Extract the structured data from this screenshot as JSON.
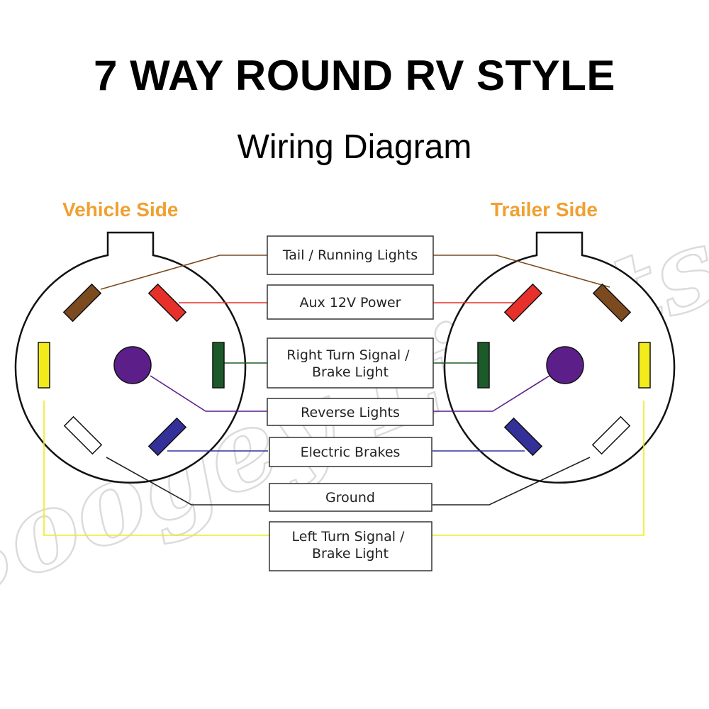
{
  "title": "7 WAY ROUND RV STYLE",
  "subtitle": "Wiring Diagram",
  "vehicle_side_label": "Vehicle Side",
  "trailer_side_label": "Trailer Side",
  "watermark": "Boogey Lights",
  "colors": {
    "side_label": "#f0a030",
    "brown": "#7b4a1e",
    "red": "#e8302a",
    "green": "#1d5a2a",
    "yellow": "#f2ea1a",
    "purple": "#5c1f8a",
    "blue": "#34309a",
    "white": "#ffffff",
    "ground_wire": "#222222"
  },
  "circuits": [
    {
      "id": "tail",
      "lines": [
        "Tail / Running Lights"
      ],
      "color": "#7b4a1e"
    },
    {
      "id": "aux",
      "lines": [
        "Aux 12V Power"
      ],
      "color": "#e8302a"
    },
    {
      "id": "right-turn",
      "lines": [
        "Right Turn Signal /",
        "Brake Light"
      ],
      "color": "#1d5a2a"
    },
    {
      "id": "reverse",
      "lines": [
        "Reverse Lights"
      ],
      "color": "#5c1f8a"
    },
    {
      "id": "electric-brakes",
      "lines": [
        "Electric Brakes"
      ],
      "color": "#34309a"
    },
    {
      "id": "ground",
      "lines": [
        "Ground"
      ],
      "color": "#222222"
    },
    {
      "id": "left-turn",
      "lines": [
        "Left Turn Signal /",
        "Brake Light"
      ],
      "color": "#f2ea1a"
    }
  ]
}
